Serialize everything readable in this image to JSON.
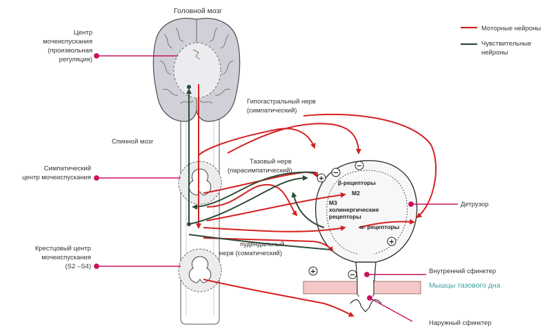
{
  "labels": {
    "brain": "Головной мозг",
    "micturition_center": [
      "Центр",
      "мочеиспускания",
      "(произвольная",
      "регуляция)"
    ],
    "spinal_cord": "Спинной мозг",
    "sympathetic_center": [
      "Симпатический",
      "центр мочеиспускания"
    ],
    "sacral_center": [
      "Крестцовый центр",
      "мочеиспускания",
      "(S2 –S4)"
    ],
    "hypogastric_nerve": [
      "Гипогастральный нерв",
      "(симпатический)"
    ],
    "pelvic_nerve": [
      "Тазовый нерв",
      "(парасимпатический)"
    ],
    "pudendal_nerve": [
      "пудендальный",
      "нерв (соматический)"
    ],
    "beta_receptors": "β-рецепторы",
    "m2": "M2",
    "m3": [
      "M3",
      "холинергические",
      "рецепторы"
    ],
    "alpha_receptors": "α- рецепторы",
    "detrusor": "Детрузор",
    "internal_sphincter": "Внутренний сфинктер",
    "pelvic_floor": "Мышцы тазового дна",
    "external_sphincter": "Наружный сфинктер"
  },
  "legend": {
    "motor": "Моторные нейроны",
    "sensory": [
      "Чувствительные",
      "нейроны"
    ]
  },
  "colors": {
    "motor": "#d42020",
    "sensory": "#2d4a35",
    "callout": "#c8105e",
    "pelvic_floor_text": "#3a9ea0",
    "pelvic_floor_fill": "#f4c8c8",
    "brain_fill": "#d0d0d8"
  },
  "signs": {
    "plus": "+",
    "minus": "−"
  }
}
